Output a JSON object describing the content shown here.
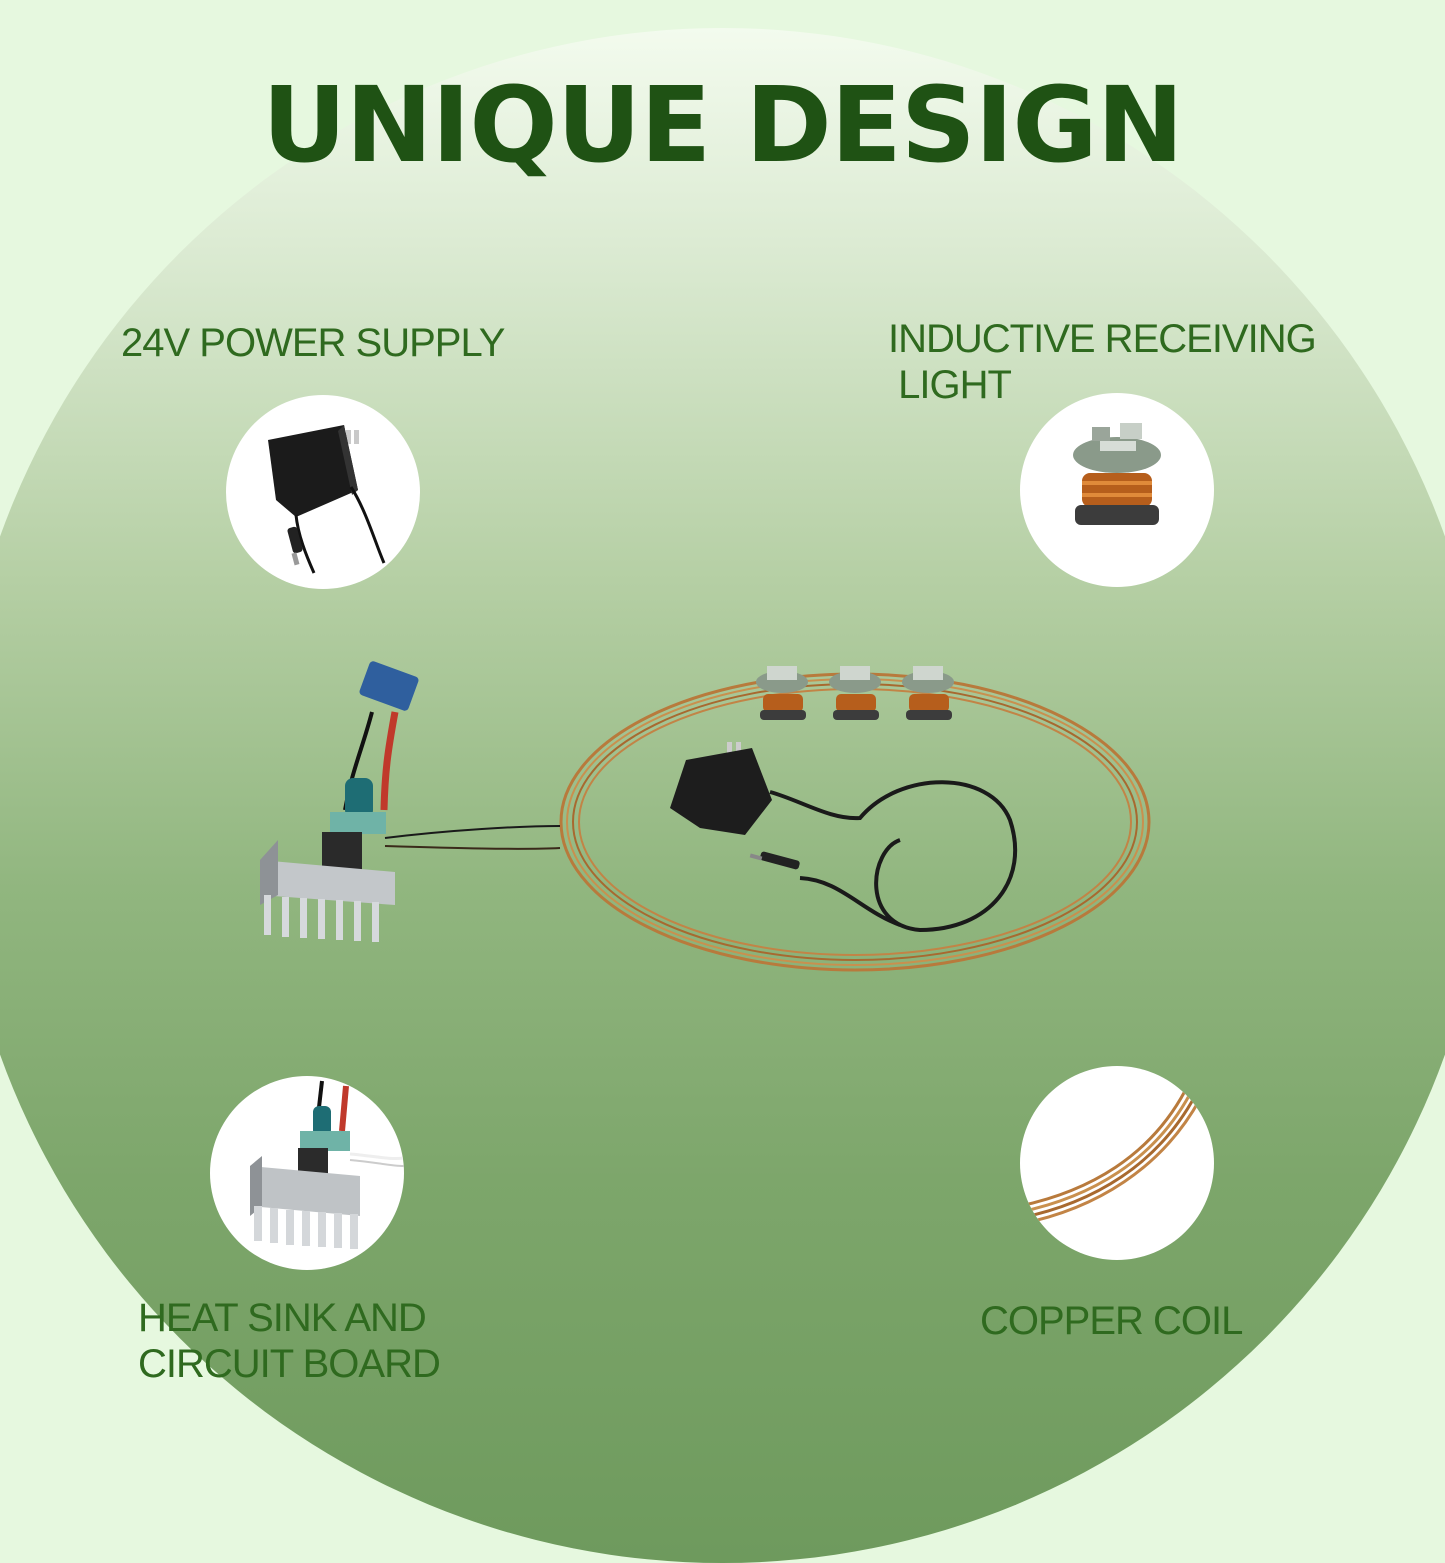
{
  "title": "UNIQUE DESIGN",
  "labels": {
    "power_supply": "24V POWER SUPPLY",
    "receiving_light": "INDUCTIVE RECEIVING\n LIGHT",
    "heat_sink": "HEAT SINK AND\nCIRCUIT BOARD",
    "copper_coil": "COPPER COIL"
  },
  "colors": {
    "title": "#1f5214",
    "label": "#2f6a1f",
    "copper": "#b87a3c"
  },
  "icons": [
    "power-adapter-icon",
    "receiving-light-icon",
    "heat-sink-icon",
    "copper-coil-icon"
  ]
}
